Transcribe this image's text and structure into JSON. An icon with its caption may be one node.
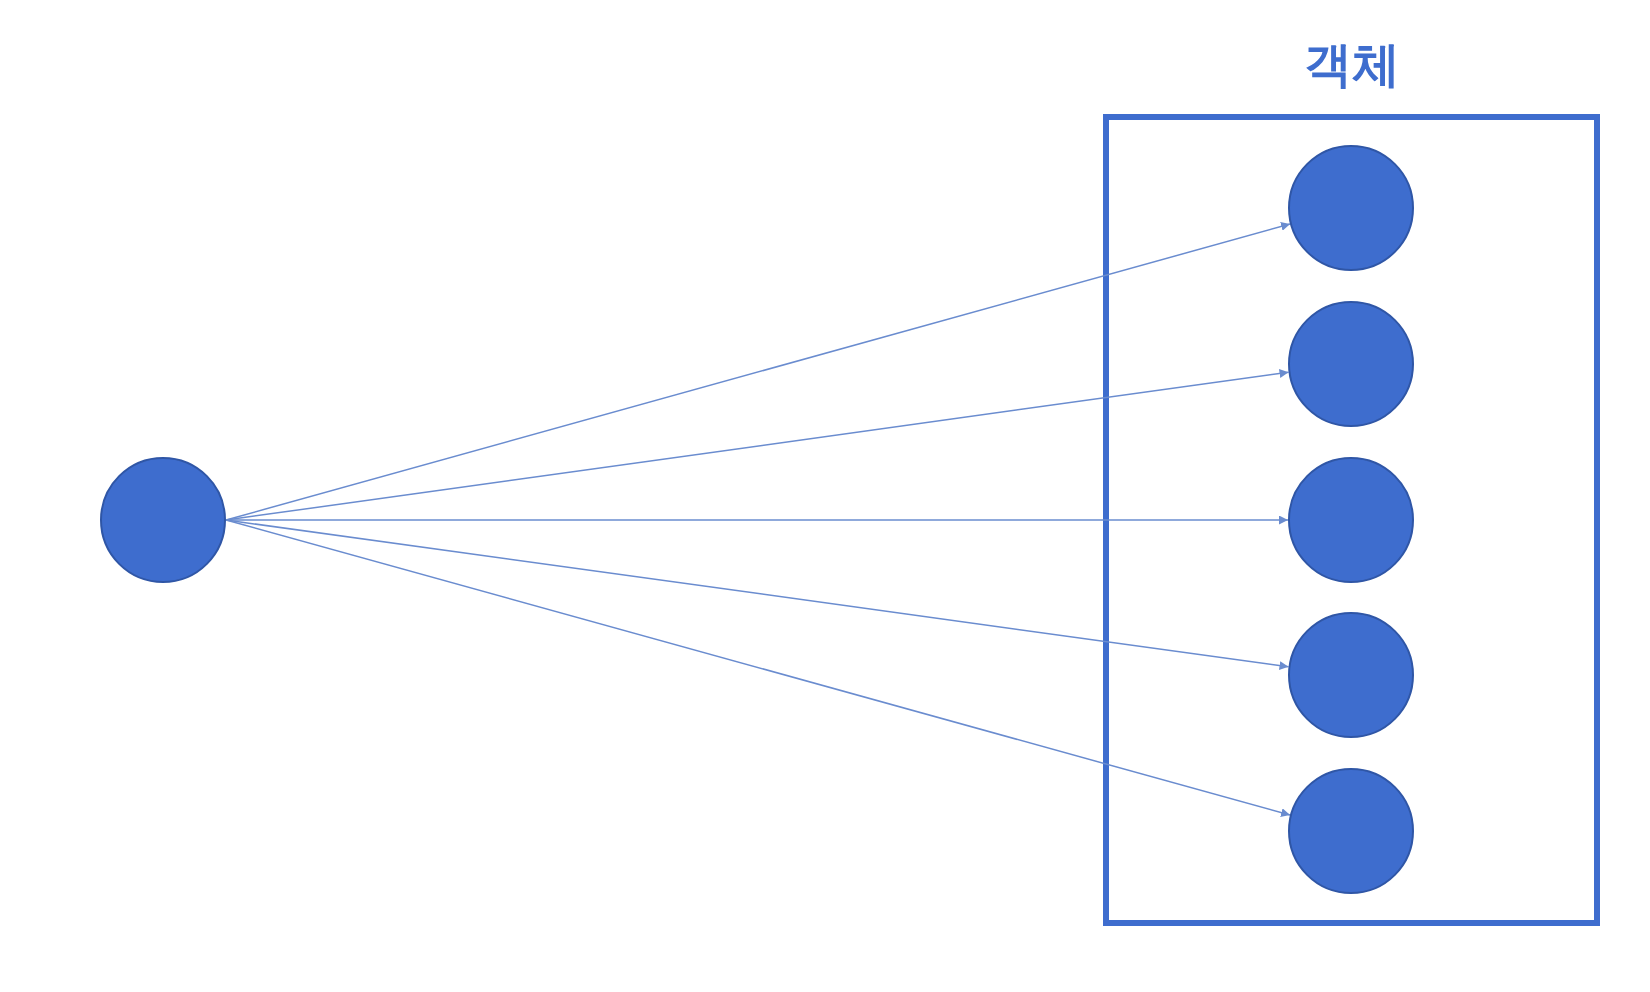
{
  "diagram": {
    "nodes": [
      {
        "text": [],
        "shape": "circle"
      },
      {
        "text": [
          "객체"
        ]
      },
      {
        "text": [],
        "shape": "circle",
        "in": 1
      },
      {
        "text": [],
        "shape": "circle",
        "in": 1
      },
      {
        "text": [],
        "shape": "circle",
        "in": 1
      },
      {
        "text": [],
        "shape": "circle",
        "in": 1
      },
      {
        "text": [],
        "shape": "circle",
        "in": 1
      }
    ],
    "edges": [
      {
        "from": 0,
        "to": 2,
        "arrow": "to"
      },
      {
        "from": 0,
        "to": 3,
        "arrow": "to"
      },
      {
        "from": 0,
        "to": 4,
        "arrow": "to"
      },
      {
        "from": 0,
        "to": 5,
        "arrow": "to"
      },
      {
        "from": 0,
        "to": 6,
        "arrow": "to"
      }
    ]
  }
}
